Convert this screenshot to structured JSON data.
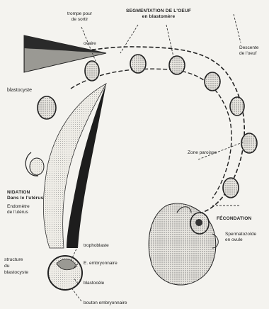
{
  "labels": {
    "top_mucus": "trompe pour\nde sortir",
    "top_segmentation": "SEGMENTATION DE L'OEUF\nen blastomère",
    "ovaire": "ovaire",
    "right_top": "Descente\nde l'oeuf",
    "blastocyste": "blastocyste",
    "zone_middle": "Zone paroisse",
    "implantation": "NIDATION\nDans le l'utérus",
    "implantation_sub": "Endomètre\nde l'utérus",
    "fecondation": "FÉCONDATION",
    "fecondation_sub": "Spermatozoïde\nen ovule",
    "structure_title": "structure\ndu\nblastocyste",
    "s_trophoblaste": "trophoblaste",
    "s_bouton": "E. embryonnaire",
    "s_blastocele": "blastocèle",
    "s_cellules": "bouton embryonnaire"
  }
}
